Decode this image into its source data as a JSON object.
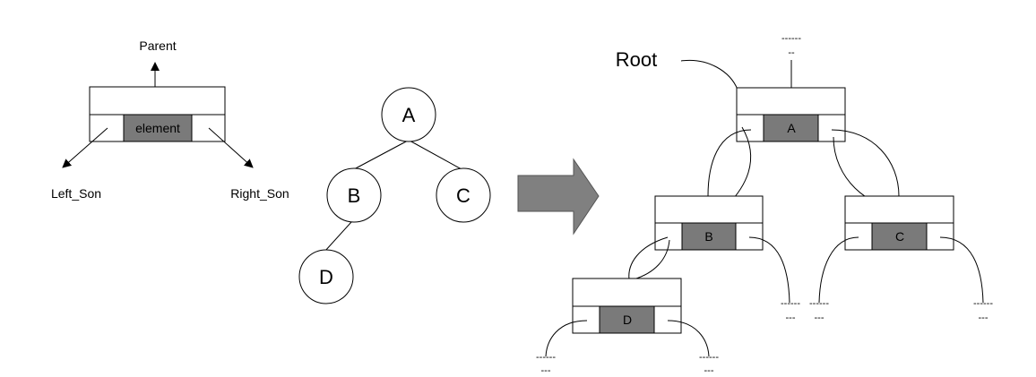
{
  "legend": {
    "parent": "Parent",
    "element": "element",
    "left_son": "Left_Son",
    "right_son": "Right_Son"
  },
  "tree": {
    "nodes": [
      "A",
      "B",
      "C",
      "D"
    ]
  },
  "linked": {
    "root_label": "Root",
    "nodes": [
      "A",
      "B",
      "C",
      "D"
    ],
    "nil_top": "------",
    "nil_bottom": "--",
    "nil_bottom_long": "---"
  },
  "colors": {
    "cell_fill": "#7a7a7a",
    "arrow_fill": "#808080"
  }
}
